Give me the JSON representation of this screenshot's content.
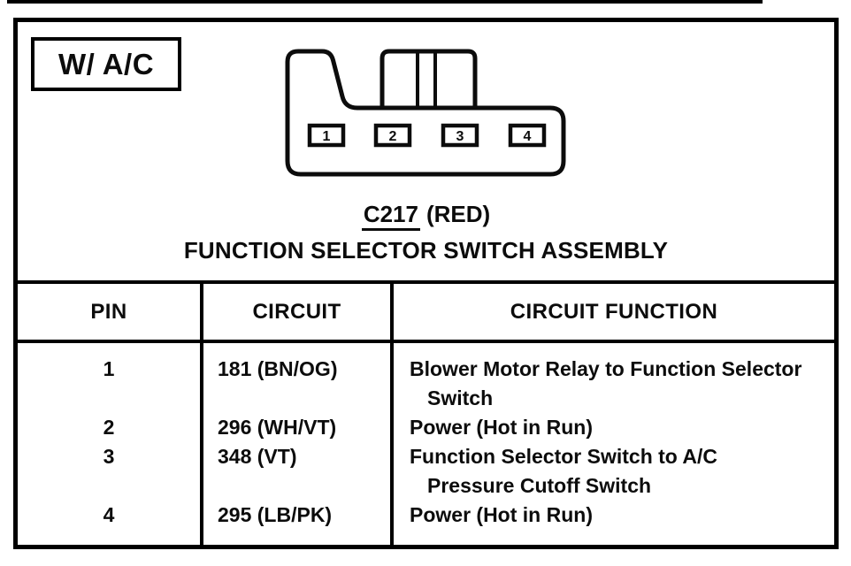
{
  "badge": {
    "label": "W/ AC"
  },
  "connector": {
    "code": "C217",
    "color_label": "(RED)",
    "assembly_label": "FUNCTION SELECTOR SWITCH ASSEMBLY",
    "pins": [
      "1",
      "2",
      "3",
      "4"
    ]
  },
  "table": {
    "headers": {
      "pin": "PIN",
      "circuit": "CIRCUIT",
      "function": "CIRCUIT FUNCTION"
    },
    "rows": [
      {
        "pin": "1",
        "circuit": "181 (BN/OG)",
        "function": "Blower Motor Relay to Function Selector Switch"
      },
      {
        "pin": "2",
        "circuit": "296 (WH/VT)",
        "function": "Power (Hot in Run)"
      },
      {
        "pin": "3",
        "circuit": "348 (VT)",
        "function": "Function Selector Switch to A/C Pressure Cutoff Switch"
      },
      {
        "pin": "4",
        "circuit": "295 (LB/PK)",
        "function": "Power (Hot in Run)"
      }
    ]
  },
  "colors": {
    "ink": "#0c0c0c",
    "paper": "#ffffff"
  }
}
